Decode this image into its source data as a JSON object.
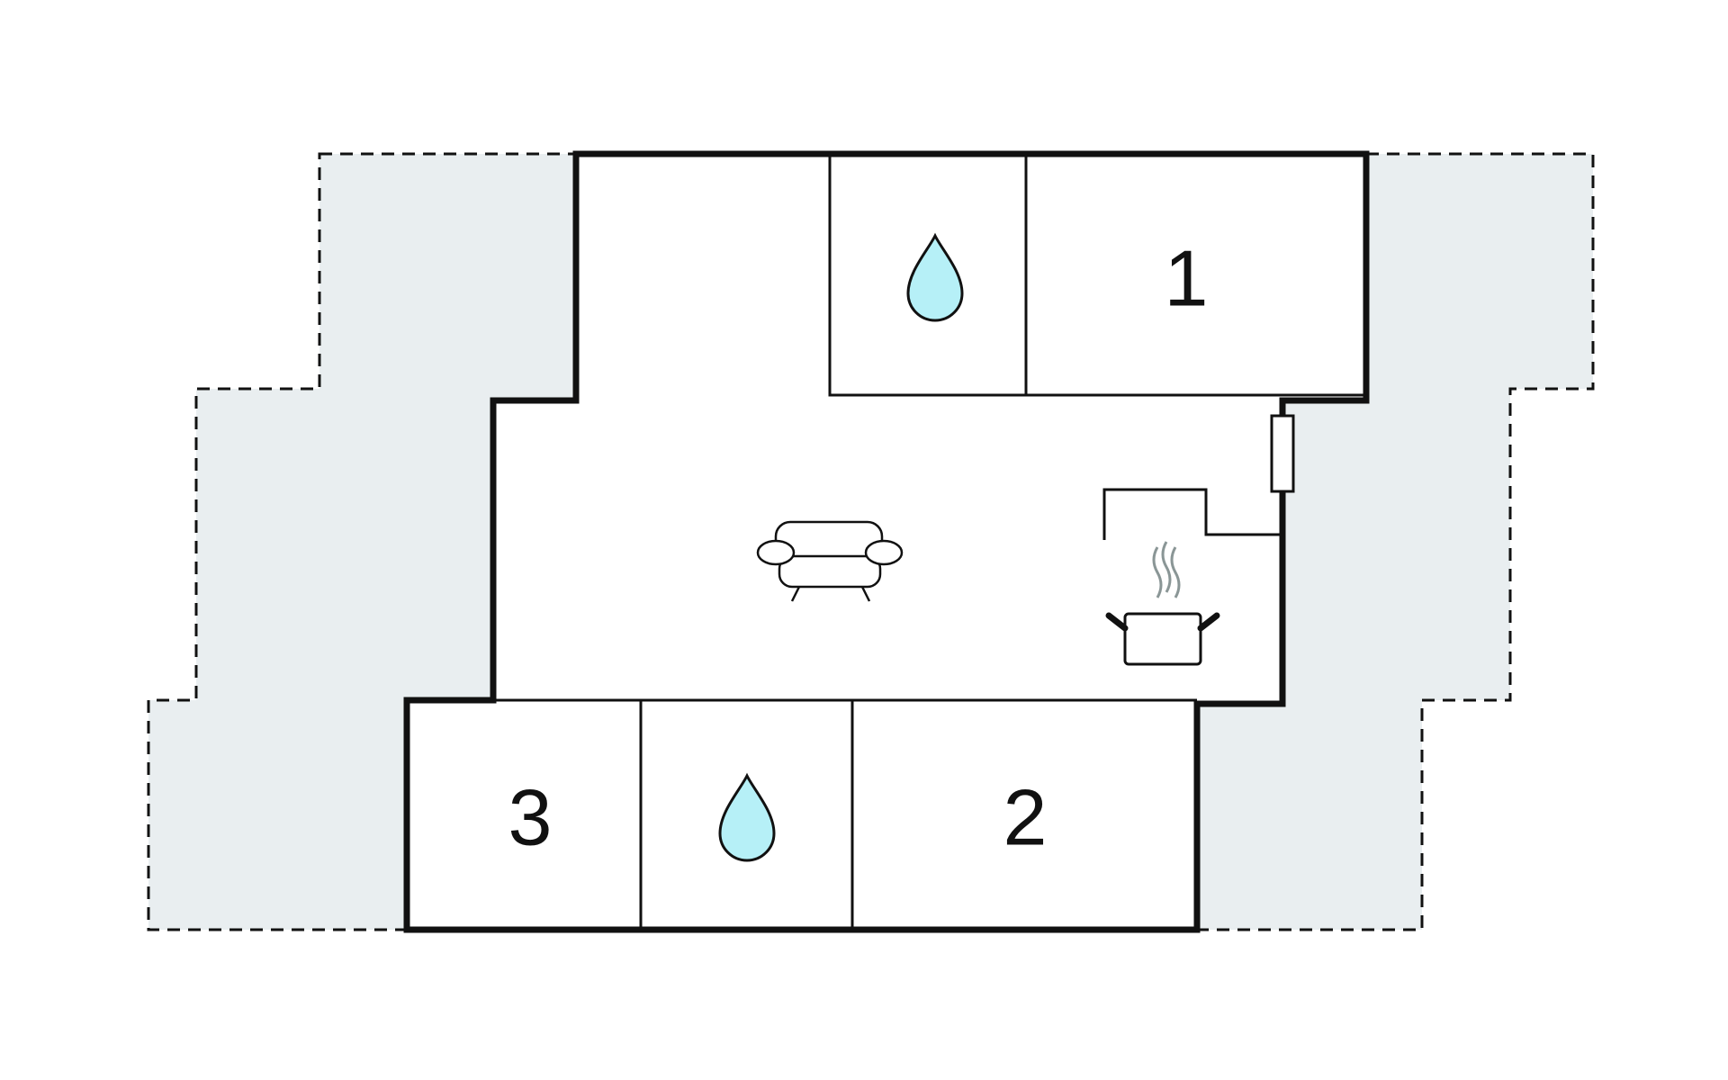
{
  "rooms": {
    "bedroom_1": {
      "label": "1"
    },
    "bedroom_2": {
      "label": "2"
    },
    "bedroom_3": {
      "label": "3"
    }
  },
  "icons": {
    "bathroom": "water-drop-icon",
    "living_room": "sofa-icon",
    "kitchen": "cooking-pot-icon",
    "radiator": "radiator-icon"
  },
  "colors": {
    "terrace_fill": "#e9eef0",
    "wall": "#111111",
    "water_drop": "#b6f0f7",
    "steam": "#8a9696"
  }
}
